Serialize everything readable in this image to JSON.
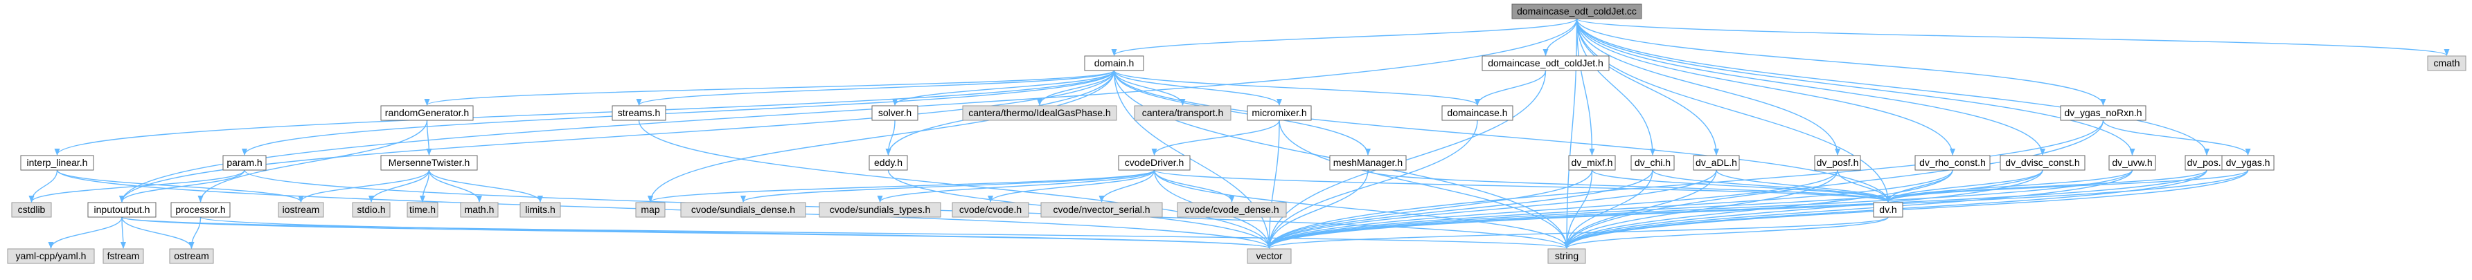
{
  "diagram": {
    "edge_color": "#63b8ff",
    "node_styles": {
      "root": "#999999",
      "local": "#ffffff",
      "system": "#e0e0e0"
    },
    "nodes": [
      {
        "id": "root",
        "label": "domaincase_odt_coldJet.cc",
        "kind": "root"
      },
      {
        "id": "domain",
        "label": "domain.h",
        "kind": "local"
      },
      {
        "id": "dcasecj",
        "label": "domaincase_odt_coldJet.h",
        "kind": "local"
      },
      {
        "id": "cmath",
        "label": "cmath",
        "kind": "system"
      },
      {
        "id": "randomGenerator",
        "label": "randomGenerator.h",
        "kind": "local"
      },
      {
        "id": "streams",
        "label": "streams.h",
        "kind": "local"
      },
      {
        "id": "solver",
        "label": "solver.h",
        "kind": "local"
      },
      {
        "id": "idealgas",
        "label": "cantera/thermo/IdealGasPhase.h",
        "kind": "system"
      },
      {
        "id": "transport",
        "label": "cantera/transport.h",
        "kind": "system"
      },
      {
        "id": "micromixer",
        "label": "micromixer.h",
        "kind": "local"
      },
      {
        "id": "domaincase",
        "label": "domaincase.h",
        "kind": "local"
      },
      {
        "id": "dv_ygas_noRxn",
        "label": "dv_ygas_noRxn.h",
        "kind": "local"
      },
      {
        "id": "interp_linear",
        "label": "interp_linear.h",
        "kind": "local"
      },
      {
        "id": "param",
        "label": "param.h",
        "kind": "local"
      },
      {
        "id": "MersenneTwister",
        "label": "MersenneTwister.h",
        "kind": "local"
      },
      {
        "id": "eddy",
        "label": "eddy.h",
        "kind": "local"
      },
      {
        "id": "cvodeDriver",
        "label": "cvodeDriver.h",
        "kind": "local"
      },
      {
        "id": "meshManager",
        "label": "meshManager.h",
        "kind": "local"
      },
      {
        "id": "dv_mixf",
        "label": "dv_mixf.h",
        "kind": "local"
      },
      {
        "id": "dv_chi",
        "label": "dv_chi.h",
        "kind": "local"
      },
      {
        "id": "dv_aDL",
        "label": "dv_aDL.h",
        "kind": "local"
      },
      {
        "id": "dv_posf",
        "label": "dv_posf.h",
        "kind": "local"
      },
      {
        "id": "dv_rho_const",
        "label": "dv_rho_const.h",
        "kind": "local"
      },
      {
        "id": "dv_dvisc_const",
        "label": "dv_dvisc_const.h",
        "kind": "local"
      },
      {
        "id": "dv_uvw",
        "label": "dv_uvw.h",
        "kind": "local"
      },
      {
        "id": "dv_pos",
        "label": "dv_pos.h",
        "kind": "local"
      },
      {
        "id": "dv_ygas",
        "label": "dv_ygas.h",
        "kind": "local"
      },
      {
        "id": "cstdlib",
        "label": "cstdlib",
        "kind": "system"
      },
      {
        "id": "inputoutput",
        "label": "inputoutput.h",
        "kind": "local"
      },
      {
        "id": "iostream",
        "label": "iostream",
        "kind": "system"
      },
      {
        "id": "processor",
        "label": "processor.h",
        "kind": "local"
      },
      {
        "id": "stdio",
        "label": "stdio.h",
        "kind": "system"
      },
      {
        "id": "time",
        "label": "time.h",
        "kind": "system"
      },
      {
        "id": "math",
        "label": "math.h",
        "kind": "system"
      },
      {
        "id": "limits",
        "label": "limits.h",
        "kind": "system"
      },
      {
        "id": "map",
        "label": "map",
        "kind": "system"
      },
      {
        "id": "sundials_dense",
        "label": "cvode/sundials_dense.h",
        "kind": "system"
      },
      {
        "id": "sundials_types",
        "label": "cvode/sundials_types.h",
        "kind": "system"
      },
      {
        "id": "cvode",
        "label": "cvode/cvode.h",
        "kind": "system"
      },
      {
        "id": "nvector_serial",
        "label": "cvode/nvector_serial.h",
        "kind": "system"
      },
      {
        "id": "cvode_dense",
        "label": "cvode/cvode_dense.h",
        "kind": "system"
      },
      {
        "id": "dv",
        "label": "dv.h",
        "kind": "local"
      },
      {
        "id": "yaml",
        "label": "yaml-cpp/yaml.h",
        "kind": "system"
      },
      {
        "id": "fstream",
        "label": "fstream",
        "kind": "system"
      },
      {
        "id": "ostream",
        "label": "ostream",
        "kind": "system"
      },
      {
        "id": "vector",
        "label": "vector",
        "kind": "system"
      },
      {
        "id": "string",
        "label": "string",
        "kind": "system"
      }
    ],
    "edges": [
      [
        "root",
        "domain"
      ],
      [
        "root",
        "dcasecj"
      ],
      [
        "root",
        "cmath"
      ],
      [
        "root",
        "dv_ygas_noRxn"
      ],
      [
        "root",
        "dv_mixf"
      ],
      [
        "root",
        "dv_chi"
      ],
      [
        "root",
        "dv_aDL"
      ],
      [
        "root",
        "dv_posf"
      ],
      [
        "root",
        "dv_rho_const"
      ],
      [
        "root",
        "dv_dvisc_const"
      ],
      [
        "root",
        "dv_uvw"
      ],
      [
        "root",
        "dv_pos"
      ],
      [
        "root",
        "dv"
      ],
      [
        "root",
        "string"
      ],
      [
        "root",
        "inputoutput"
      ],
      [
        "domain",
        "randomGenerator"
      ],
      [
        "domain",
        "streams"
      ],
      [
        "domain",
        "solver"
      ],
      [
        "domain",
        "idealgas"
      ],
      [
        "domain",
        "transport"
      ],
      [
        "domain",
        "micromixer"
      ],
      [
        "domain",
        "domaincase"
      ],
      [
        "domain",
        "interp_linear"
      ],
      [
        "domain",
        "param"
      ],
      [
        "domain",
        "eddy"
      ],
      [
        "domain",
        "meshManager"
      ],
      [
        "domain",
        "map"
      ],
      [
        "domain",
        "inputoutput"
      ],
      [
        "domain",
        "vector"
      ],
      [
        "domain",
        "string"
      ],
      [
        "domain",
        "dv"
      ],
      [
        "dcasecj",
        "domaincase"
      ],
      [
        "dcasecj",
        "vector"
      ],
      [
        "randomGenerator",
        "MersenneTwister"
      ],
      [
        "randomGenerator",
        "processor"
      ],
      [
        "MersenneTwister",
        "iostream"
      ],
      [
        "MersenneTwister",
        "stdio"
      ],
      [
        "MersenneTwister",
        "time"
      ],
      [
        "MersenneTwister",
        "math"
      ],
      [
        "MersenneTwister",
        "limits"
      ],
      [
        "streams",
        "vector"
      ],
      [
        "solver",
        "eddy"
      ],
      [
        "eddy",
        "vector"
      ],
      [
        "micromixer",
        "cvodeDriver"
      ],
      [
        "micromixer",
        "vector"
      ],
      [
        "micromixer",
        "string"
      ],
      [
        "cvodeDriver",
        "map"
      ],
      [
        "cvodeDriver",
        "sundials_dense"
      ],
      [
        "cvodeDriver",
        "sundials_types"
      ],
      [
        "cvodeDriver",
        "cvode"
      ],
      [
        "cvodeDriver",
        "nvector_serial"
      ],
      [
        "cvodeDriver",
        "cvode_dense"
      ],
      [
        "cvodeDriver",
        "dv"
      ],
      [
        "cvodeDriver",
        "vector"
      ],
      [
        "cvodeDriver",
        "string"
      ],
      [
        "domaincase",
        "vector"
      ],
      [
        "meshManager",
        "vector"
      ],
      [
        "meshManager",
        "dv"
      ],
      [
        "interp_linear",
        "cstdlib"
      ],
      [
        "interp_linear",
        "iostream"
      ],
      [
        "interp_linear",
        "vector"
      ],
      [
        "param",
        "inputoutput"
      ],
      [
        "param",
        "cstdlib"
      ],
      [
        "param",
        "string"
      ],
      [
        "inputoutput",
        "yaml"
      ],
      [
        "inputoutput",
        "fstream"
      ],
      [
        "inputoutput",
        "ostream"
      ],
      [
        "inputoutput",
        "vector"
      ],
      [
        "inputoutput",
        "string"
      ],
      [
        "processor",
        "ostream"
      ],
      [
        "processor",
        "vector"
      ],
      [
        "dv_mixf",
        "dv"
      ],
      [
        "dv_mixf",
        "vector"
      ],
      [
        "dv_mixf",
        "string"
      ],
      [
        "dv_chi",
        "dv"
      ],
      [
        "dv_chi",
        "vector"
      ],
      [
        "dv_chi",
        "string"
      ],
      [
        "dv_aDL",
        "dv"
      ],
      [
        "dv_aDL",
        "vector"
      ],
      [
        "dv_aDL",
        "string"
      ],
      [
        "dv_posf",
        "dv"
      ],
      [
        "dv_posf",
        "vector"
      ],
      [
        "dv_posf",
        "string"
      ],
      [
        "dv_rho_const",
        "dv"
      ],
      [
        "dv_rho_const",
        "vector"
      ],
      [
        "dv_rho_const",
        "string"
      ],
      [
        "dv_dvisc_const",
        "dv"
      ],
      [
        "dv_dvisc_const",
        "vector"
      ],
      [
        "dv_dvisc_const",
        "string"
      ],
      [
        "dv_uvw",
        "dv"
      ],
      [
        "dv_uvw",
        "vector"
      ],
      [
        "dv_uvw",
        "string"
      ],
      [
        "dv_pos",
        "dv"
      ],
      [
        "dv_pos",
        "vector"
      ],
      [
        "dv_pos",
        "string"
      ],
      [
        "dv_ygas_noRxn",
        "dv_ygas"
      ],
      [
        "dv_ygas_noRxn",
        "vector"
      ],
      [
        "dv_ygas_noRxn",
        "string"
      ],
      [
        "dv_ygas",
        "dv"
      ],
      [
        "dv_ygas",
        "vector"
      ],
      [
        "dv_ygas",
        "string"
      ],
      [
        "dv",
        "vector"
      ],
      [
        "dv",
        "string"
      ]
    ]
  }
}
